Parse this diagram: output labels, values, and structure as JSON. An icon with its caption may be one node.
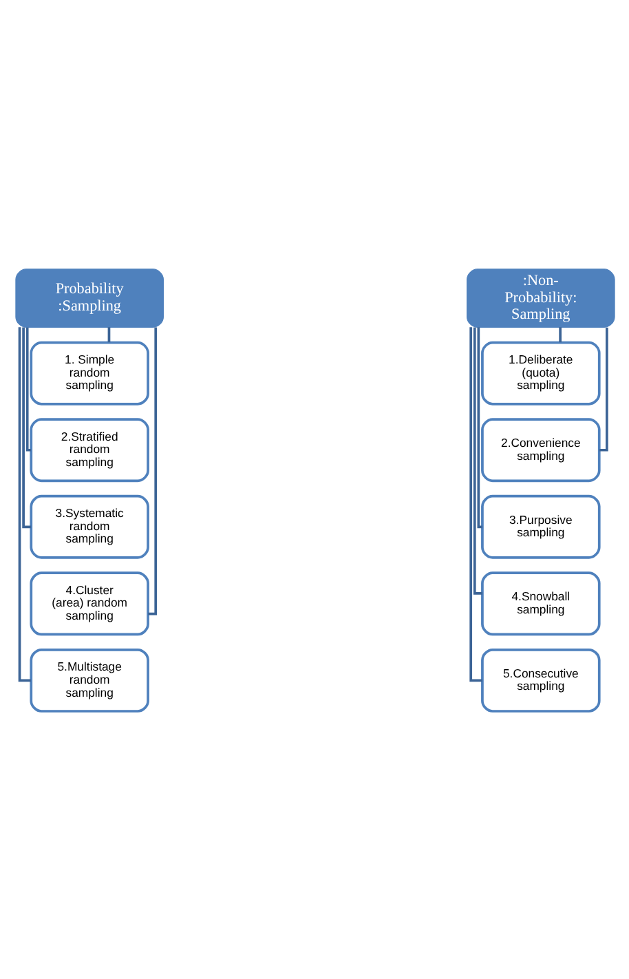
{
  "diagram": {
    "nodes": [
      {
        "text": [
          "Probability :Sampling"
        ]
      },
      {
        "text": [
          "1. Simple random sampling"
        ]
      },
      {
        "text": [
          "2.Stratified random sampling"
        ]
      },
      {
        "text": [
          "3.Systematic random sampling"
        ]
      },
      {
        "text": [
          "4.Cluster (area) random sampling"
        ]
      },
      {
        "text": [
          "5.Multistage random sampling"
        ]
      },
      {
        "text": [
          ":Non- Probability: Sampling"
        ]
      },
      {
        "text": [
          "1.Deliberate (quota) sampling"
        ]
      },
      {
        "text": [
          "2.Convenience sampling"
        ]
      },
      {
        "text": [
          "3.Purposive sampling"
        ]
      },
      {
        "text": [
          "4.Snowball sampling"
        ]
      },
      {
        "text": [
          "5.Consecutive sampling"
        ]
      }
    ],
    "edges": [
      {
        "from": 0,
        "to": 1,
        "arrow": "none"
      },
      {
        "from": 0,
        "to": 2,
        "arrow": "none"
      },
      {
        "from": 0,
        "to": 3,
        "arrow": "none"
      },
      {
        "from": 0,
        "to": 4,
        "arrow": "none"
      },
      {
        "from": 0,
        "to": 5,
        "arrow": "none"
      },
      {
        "from": 6,
        "to": 7,
        "arrow": "none"
      },
      {
        "from": 6,
        "to": 8,
        "arrow": "none"
      },
      {
        "from": 6,
        "to": 9,
        "arrow": "none"
      },
      {
        "from": 6,
        "to": 10,
        "arrow": "none"
      },
      {
        "from": 6,
        "to": 11,
        "arrow": "none"
      }
    ]
  }
}
